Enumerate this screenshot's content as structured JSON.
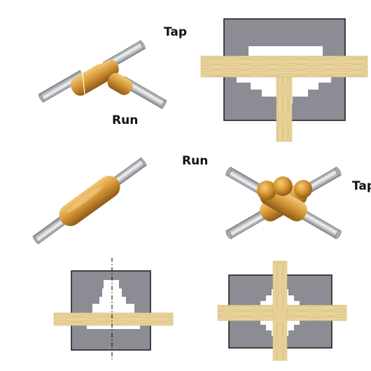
{
  "labels": {
    "tee_tap": "Tap",
    "tee_run": "Run",
    "cross_run": "Run",
    "cross_tap": "Tap"
  },
  "colors": {
    "die_gray": "#8c8c95",
    "die_border": "#222222",
    "cavity": "#ffffff",
    "wood": "#e9d39a",
    "wood_grain": "#cdb574",
    "sleeve": "#d79a3a",
    "sleeve_dark": "#8e5a14",
    "sleeve_light": "#f3c877",
    "wire": "#c6c9cc",
    "wire_dark": "#7c8084",
    "wire_light": "#f2f3f4"
  },
  "icons": [
    "tee-connector-icon",
    "splice-sleeve-icon",
    "cross-connector-icon"
  ]
}
